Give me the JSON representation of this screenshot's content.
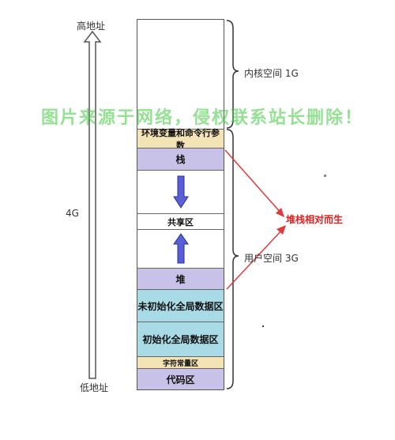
{
  "axis": {
    "top_label": "高地址",
    "bottom_label": "低地址",
    "size_label": "4G"
  },
  "braces": {
    "kernel_label": "内核空间 1G",
    "user_label": "用户空间 3G"
  },
  "segments": {
    "env": "环境变量和命令行参数",
    "stack": "栈",
    "shared": "共享区",
    "heap": "堆",
    "bss": "未初始化全局数据区",
    "data": "初始化全局数据区",
    "rodata": "字符常量区",
    "code": "代码区"
  },
  "annotation": "堆栈相对而生",
  "watermark": "图片来源于网络，侵权联系站长删除！",
  "colors": {
    "purple": "#c9c2e8",
    "cyan": "#a8dbe6",
    "tan": "#f4e3b4",
    "arrow_red": "#e03a3a",
    "arrow_blue": "#5a5fd8"
  }
}
